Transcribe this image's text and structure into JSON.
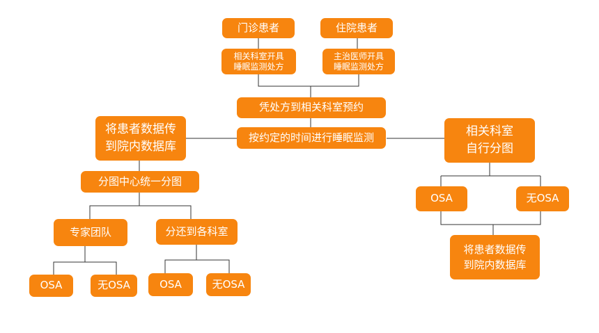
{
  "nodes": {
    "outpatient": "门诊患者",
    "inpatient": "住院患者",
    "dept_prescription": [
      "相关科室开具",
      "睡眠监测处方"
    ],
    "doctor_prescription": [
      "主治医师开具",
      "睡眠监测处方"
    ],
    "appointment": "凭处方到相关科室预约",
    "monitoring": "按约定的时间进行睡眠监测",
    "transfer_left": [
      "将患者数据传",
      "到院内数据库"
    ],
    "center_scoring": "分图中心统一分图",
    "expert_team": "专家团队",
    "return_dept": "分还到各科室",
    "osa_1": "OSA",
    "no_osa_1": "无OSA",
    "osa_2": "OSA",
    "no_osa_2": "无OSA",
    "dept_scoring": [
      "相关科室",
      "自行分图"
    ],
    "osa_right": "OSA",
    "no_osa_right": "无OSA",
    "transfer_right": [
      "将患者数据传",
      "到院内数据库"
    ]
  },
  "colors": {
    "node_fill": "#f7850f",
    "node_text": "#ffffff",
    "connector": "#333333"
  }
}
